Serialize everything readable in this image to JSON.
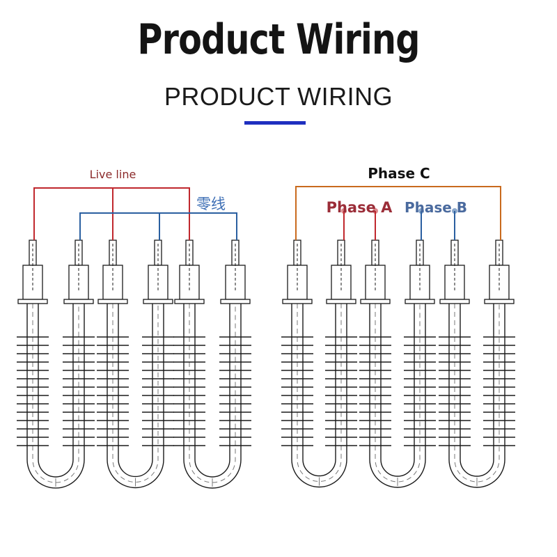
{
  "header": {
    "title": "Product Wiring",
    "subtitle": "PRODUCT WIRING"
  },
  "left_diagram": {
    "live_label": "Live line",
    "neutral_label": "零线"
  },
  "right_diagram": {
    "phase_c_label": "Phase C",
    "phase_a_label": "Phase A",
    "phase_b_label": "Phase B"
  },
  "colors": {
    "accent_underline": "#1f2fbf",
    "live": "#c0272d",
    "live_text": "#8b2a2a",
    "neutral": "#2a5fa0",
    "neutral_text": "#3e6fb5",
    "phase_c": "#c96a1e",
    "phase_a": "#c0272d",
    "phase_a_text": "#9b2d38",
    "phase_b": "#2a5fa0",
    "phase_b_text": "#4a6a9e",
    "heater_stroke": "#1a1a1a"
  }
}
